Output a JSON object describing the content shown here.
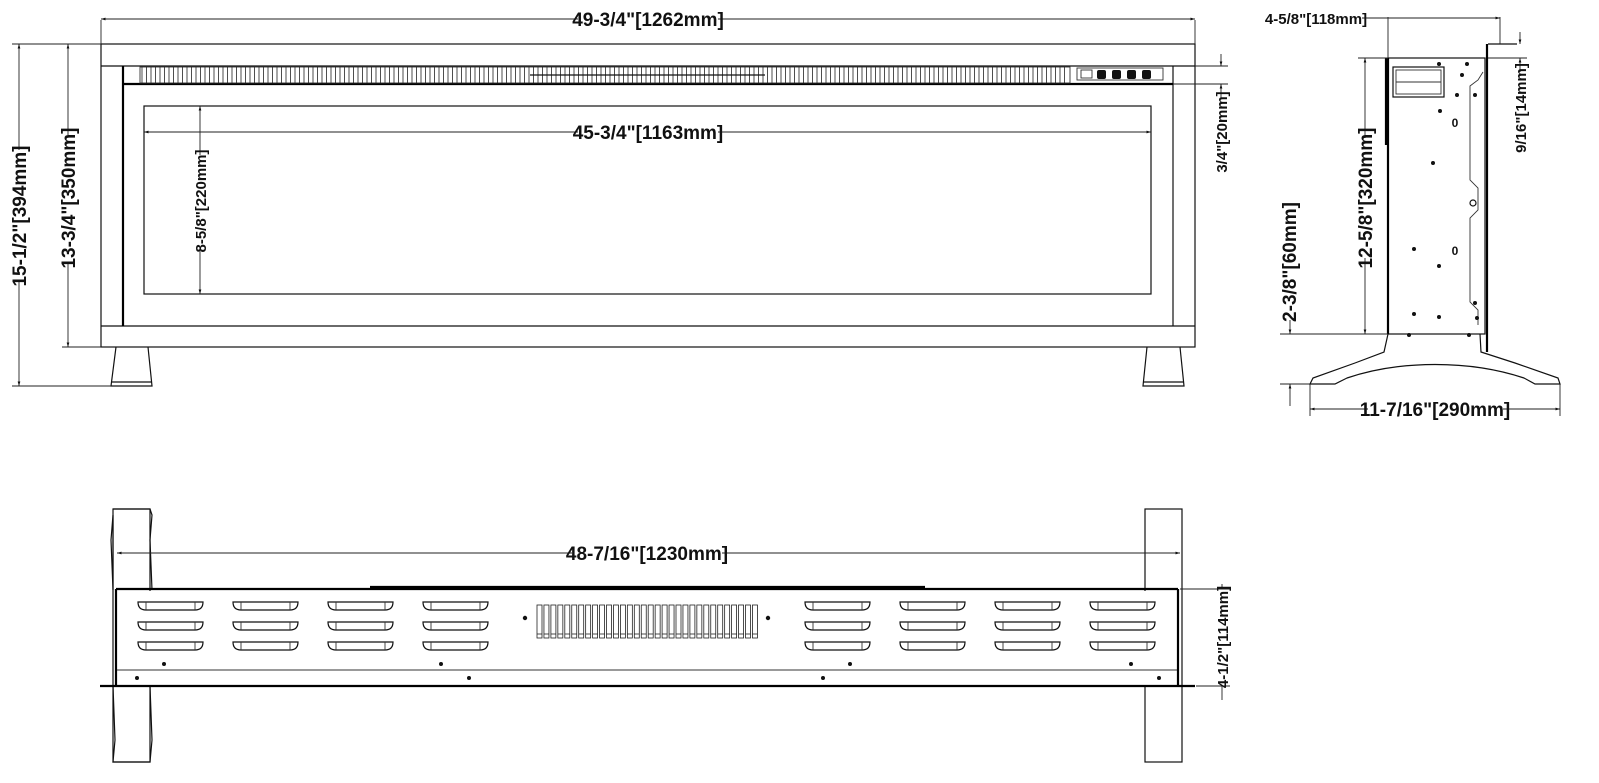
{
  "drawing": {
    "front_view": {
      "overall_width": "49-3/4\"[1262mm]",
      "glass_width": "45-3/4\"[1163mm]",
      "overall_height": "15-1/2\"[394mm]",
      "body_height": "13-3/4\"[350mm]",
      "glass_height": "8-5/8\"[220mm]",
      "top_trim": "3/4\"[20mm]",
      "control_buttons": 4
    },
    "side_view": {
      "depth": "4-5/8\"[118mm]",
      "top_offset": "9/16\"[14mm]",
      "body_height": "12-5/8\"[320mm]",
      "leg_height": "2-3/8\"[60mm]",
      "base_width": "11-7/16\"[290mm]"
    },
    "top_view": {
      "leg_span": "48-7/16\"[1230mm]",
      "depth": "4-1/2\"[114mm]",
      "vent_groups": 8,
      "vent_rows": 3
    }
  }
}
